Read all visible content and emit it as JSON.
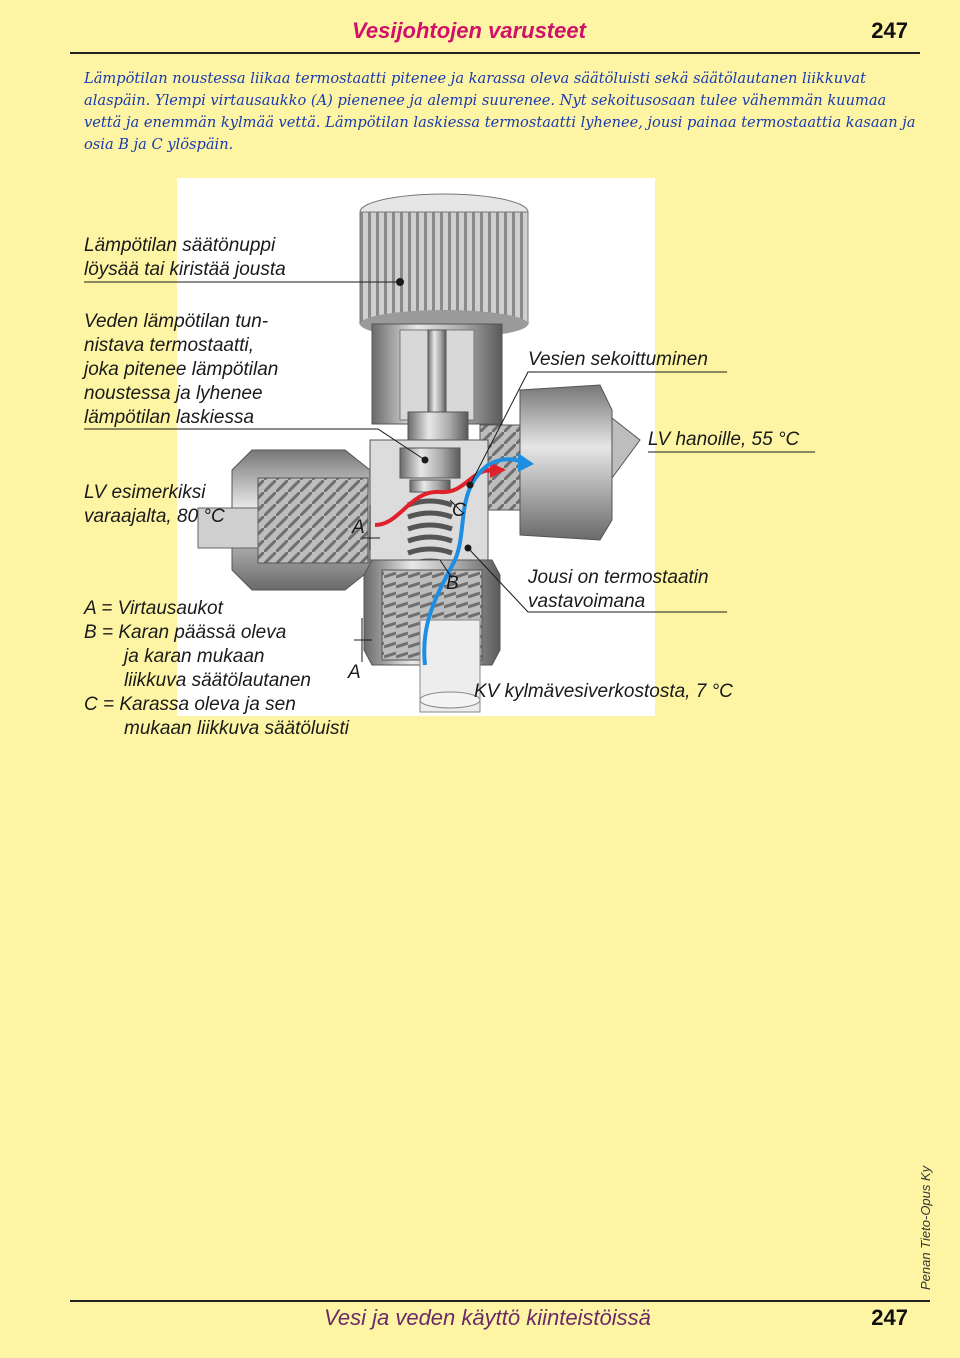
{
  "header": {
    "title": "Vesijohtojen varusteet",
    "page_number": "247"
  },
  "intro_text": "Lämpötilan noustessa liikaa termostaatti pitenee ja karassa oleva säätöluisti sekä säätölautanen liikkuvat alaspäin. Ylempi virtausaukko (A) pienenee ja alempi suurenee. Nyt sekoitusosaan tulee vähemmän kuumaa vettä ja enemmän kylmää vettä. Lämpötilan laskiessa termostaatti lyhenee, jousi painaa termostaattia kasaan ja osia B ja C ylöspäin.",
  "figure": {
    "knob_label": [
      "Lämpötilan säätönuppi",
      "löysää tai kiristää jousta"
    ],
    "thermostat_label": [
      "Veden lämpötilan tun-",
      "nistava termostaatti,",
      "joka pitenee lämpötilan",
      "noustessa ja lyhenee",
      "lämpötilan laskiessa"
    ],
    "mixing_label": "Vesien sekoittuminen",
    "outlet_label": "LV hanoille, 55 °C",
    "hot_inlet_label": [
      "LV esimerkiksi",
      "varaajalta, 80 °C"
    ],
    "spring_label": [
      "Jousi on termostaatin",
      "vastavoimana"
    ],
    "cold_inlet_label": "KV kylmävesiverkostosta, 7 °C",
    "letter_a": "A",
    "letter_b": "B",
    "letter_c": "C",
    "legend": [
      "A = Virtausaukot",
      "B = Karan päässä oleva",
      "ja karan mukaan",
      "liikkuva säätölautanen",
      "C = Karassa oleva ja sen",
      "mukaan liikkuva säätöluisti"
    ],
    "colors": {
      "hot_flow": "#e0202a",
      "cold_flow": "#1e8ee0"
    }
  },
  "footer": {
    "book_title": "Vesi ja veden käyttö kiinteistöissä",
    "page_number": "247",
    "credit": "Penan Tieto-Opus Ky"
  }
}
